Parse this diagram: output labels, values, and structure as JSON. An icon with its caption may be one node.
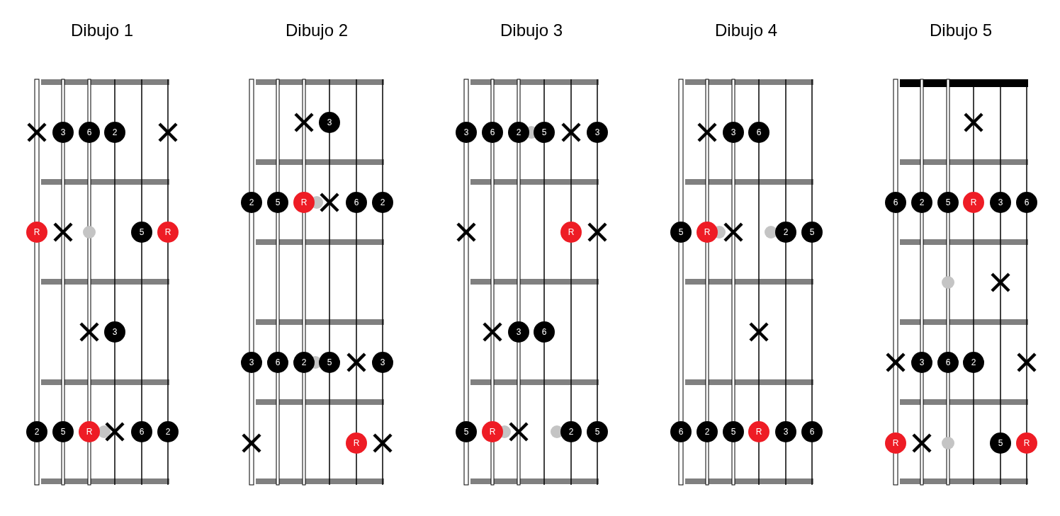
{
  "diagram": {
    "nodes": [
      {
        "text": [
          "Dibujo 1"
        ]
      },
      {
        "text": [
          "3"
        ],
        "in": 0
      },
      {
        "text": [
          "6"
        ],
        "in": 0
      },
      {
        "text": [
          "2"
        ],
        "in": 0
      },
      {
        "text": [
          "R"
        ],
        "in": 0
      },
      {
        "text": [
          "5"
        ],
        "in": 0
      },
      {
        "text": [
          "R"
        ],
        "in": 0
      },
      {
        "text": [
          "3"
        ],
        "in": 0
      },
      {
        "text": [
          "2"
        ],
        "in": 0
      },
      {
        "text": [
          "5"
        ],
        "in": 0
      },
      {
        "text": [
          "R"
        ],
        "in": 0
      },
      {
        "text": [
          "6"
        ],
        "in": 0
      },
      {
        "text": [
          "2"
        ],
        "in": 0
      },
      {
        "text": [
          "Dibujo 2"
        ]
      },
      {
        "text": [
          "3"
        ],
        "in": 13
      },
      {
        "text": [
          "2"
        ],
        "in": 13
      },
      {
        "text": [
          "5"
        ],
        "in": 13
      },
      {
        "text": [
          "R"
        ],
        "in": 13
      },
      {
        "text": [
          "6"
        ],
        "in": 13
      },
      {
        "text": [
          "2"
        ],
        "in": 13
      },
      {
        "text": [
          "3"
        ],
        "in": 13
      },
      {
        "text": [
          "6"
        ],
        "in": 13
      },
      {
        "text": [
          "2"
        ],
        "in": 13
      },
      {
        "text": [
          "5"
        ],
        "in": 13
      },
      {
        "text": [
          "3"
        ],
        "in": 13
      },
      {
        "text": [
          "R"
        ],
        "in": 13
      },
      {
        "text": [
          "Dibujo 3"
        ]
      },
      {
        "text": [
          "3"
        ],
        "in": 26
      },
      {
        "text": [
          "6"
        ],
        "in": 26
      },
      {
        "text": [
          "2"
        ],
        "in": 26
      },
      {
        "text": [
          "5"
        ],
        "in": 26
      },
      {
        "text": [
          "3"
        ],
        "in": 26
      },
      {
        "text": [
          "R"
        ],
        "in": 26
      },
      {
        "text": [
          "3"
        ],
        "in": 26
      },
      {
        "text": [
          "6"
        ],
        "in": 26
      },
      {
        "text": [
          "5"
        ],
        "in": 26
      },
      {
        "text": [
          "R"
        ],
        "in": 26
      },
      {
        "text": [
          "2"
        ],
        "in": 26
      },
      {
        "text": [
          "5"
        ],
        "in": 26
      },
      {
        "text": [
          "Dibujo 4"
        ]
      },
      {
        "text": [
          "3"
        ],
        "in": 39
      },
      {
        "text": [
          "6"
        ],
        "in": 39
      },
      {
        "text": [
          "5"
        ],
        "in": 39
      },
      {
        "text": [
          "R"
        ],
        "in": 39
      },
      {
        "text": [
          "2"
        ],
        "in": 39
      },
      {
        "text": [
          "5"
        ],
        "in": 39
      },
      {
        "text": [
          "6"
        ],
        "in": 39
      },
      {
        "text": [
          "2"
        ],
        "in": 39
      },
      {
        "text": [
          "5"
        ],
        "in": 39
      },
      {
        "text": [
          "R"
        ],
        "in": 39
      },
      {
        "text": [
          "3"
        ],
        "in": 39
      },
      {
        "text": [
          "6"
        ],
        "in": 39
      },
      {
        "text": [
          "Dibujo 5"
        ]
      },
      {
        "text": [
          "6"
        ],
        "in": 52
      },
      {
        "text": [
          "2"
        ],
        "in": 52
      },
      {
        "text": [
          "5"
        ],
        "in": 52
      },
      {
        "text": [
          "R"
        ],
        "in": 52
      },
      {
        "text": [
          "3"
        ],
        "in": 52
      },
      {
        "text": [
          "6"
        ],
        "in": 52
      },
      {
        "text": [
          "3"
        ],
        "in": 52
      },
      {
        "text": [
          "6"
        ],
        "in": 52
      },
      {
        "text": [
          "2"
        ],
        "in": 52
      },
      {
        "text": [
          "R"
        ],
        "in": 52
      },
      {
        "text": [
          "5"
        ],
        "in": 52
      },
      {
        "text": [
          "R"
        ],
        "in": 52
      }
    ]
  }
}
